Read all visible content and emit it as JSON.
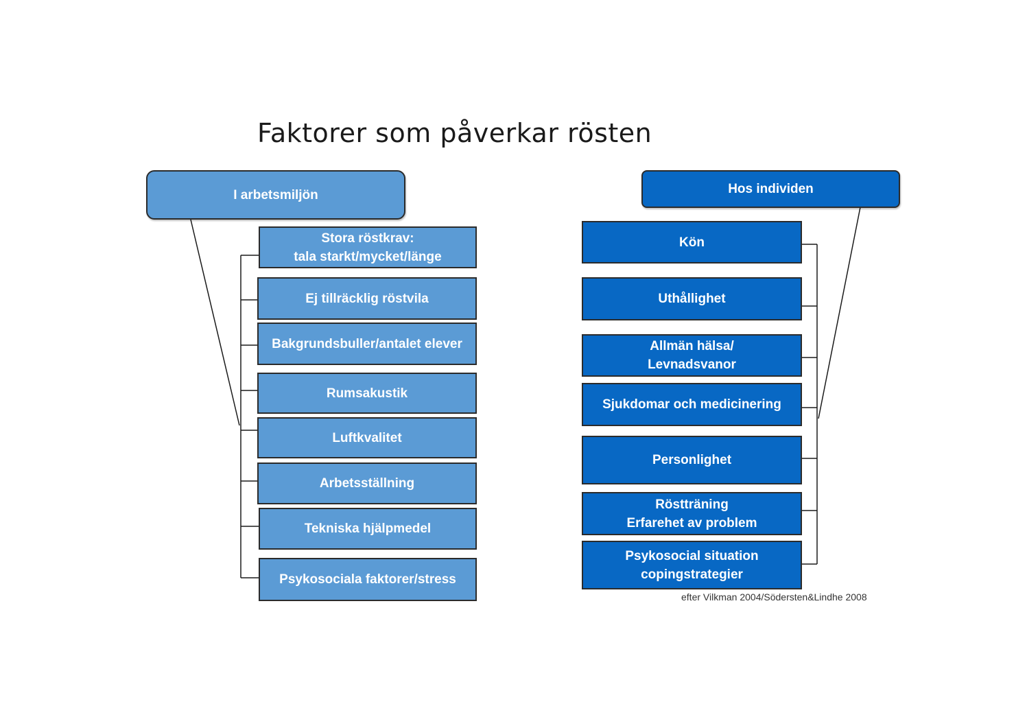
{
  "title": "Faktorer som påverkar rösten",
  "left": {
    "header": "I arbetsmiljön",
    "items": [
      [
        "Stora röstkrav:",
        "tala starkt/mycket/länge"
      ],
      [
        "Ej tillräcklig röstvila"
      ],
      [
        "Bakgrundsbuller/antalet elever"
      ],
      [
        "Rumsakustik"
      ],
      [
        "Luftkvalitet"
      ],
      [
        "Arbetsställning"
      ],
      [
        "Tekniska hjälpmedel"
      ],
      [
        "Psykosociala faktorer/stress"
      ]
    ]
  },
  "right": {
    "header": "Hos individen",
    "items": [
      [
        "Kön"
      ],
      [
        "Uthållighet"
      ],
      [
        "Allmän hälsa/",
        "Levnadsvanor"
      ],
      [
        "Sjukdomar och medicinering"
      ],
      [
        "Personlighet"
      ],
      [
        "Röstträning",
        "Erfarehet av problem"
      ],
      [
        "Psykosocial situation",
        "copingstrategier"
      ]
    ]
  },
  "citation": "efter Vilkman 2004/Södersten&Lindhe 2008",
  "colors": {
    "left_fill": "#5b9bd5",
    "right_fill": "#0868c4",
    "border": "#2b2b2b",
    "text": "#ffffff"
  }
}
